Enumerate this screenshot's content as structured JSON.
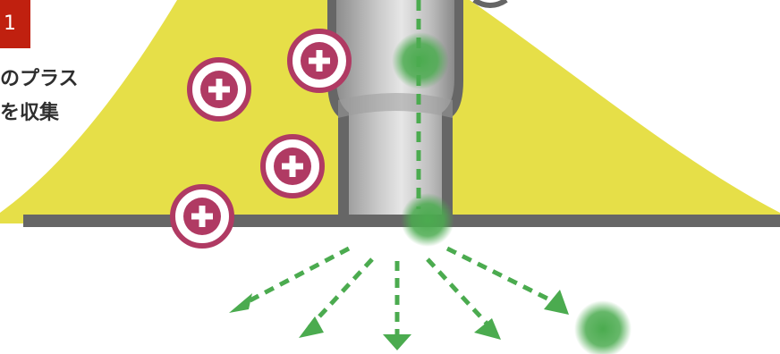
{
  "badge": {
    "text": "1"
  },
  "caption": {
    "line1": "のプラス",
    "line2": "を収集"
  },
  "colors": {
    "cone": "#e6df48",
    "ground": "#666666",
    "tube": "#a9a9a9",
    "charge_ring": "#b03a63",
    "particle": "#4bab4f",
    "arrow": "#4bab4f",
    "badge": "#c0200f"
  },
  "icons": {
    "plus": "plus-charge-icon",
    "arrow": "arrow-down-icon"
  }
}
